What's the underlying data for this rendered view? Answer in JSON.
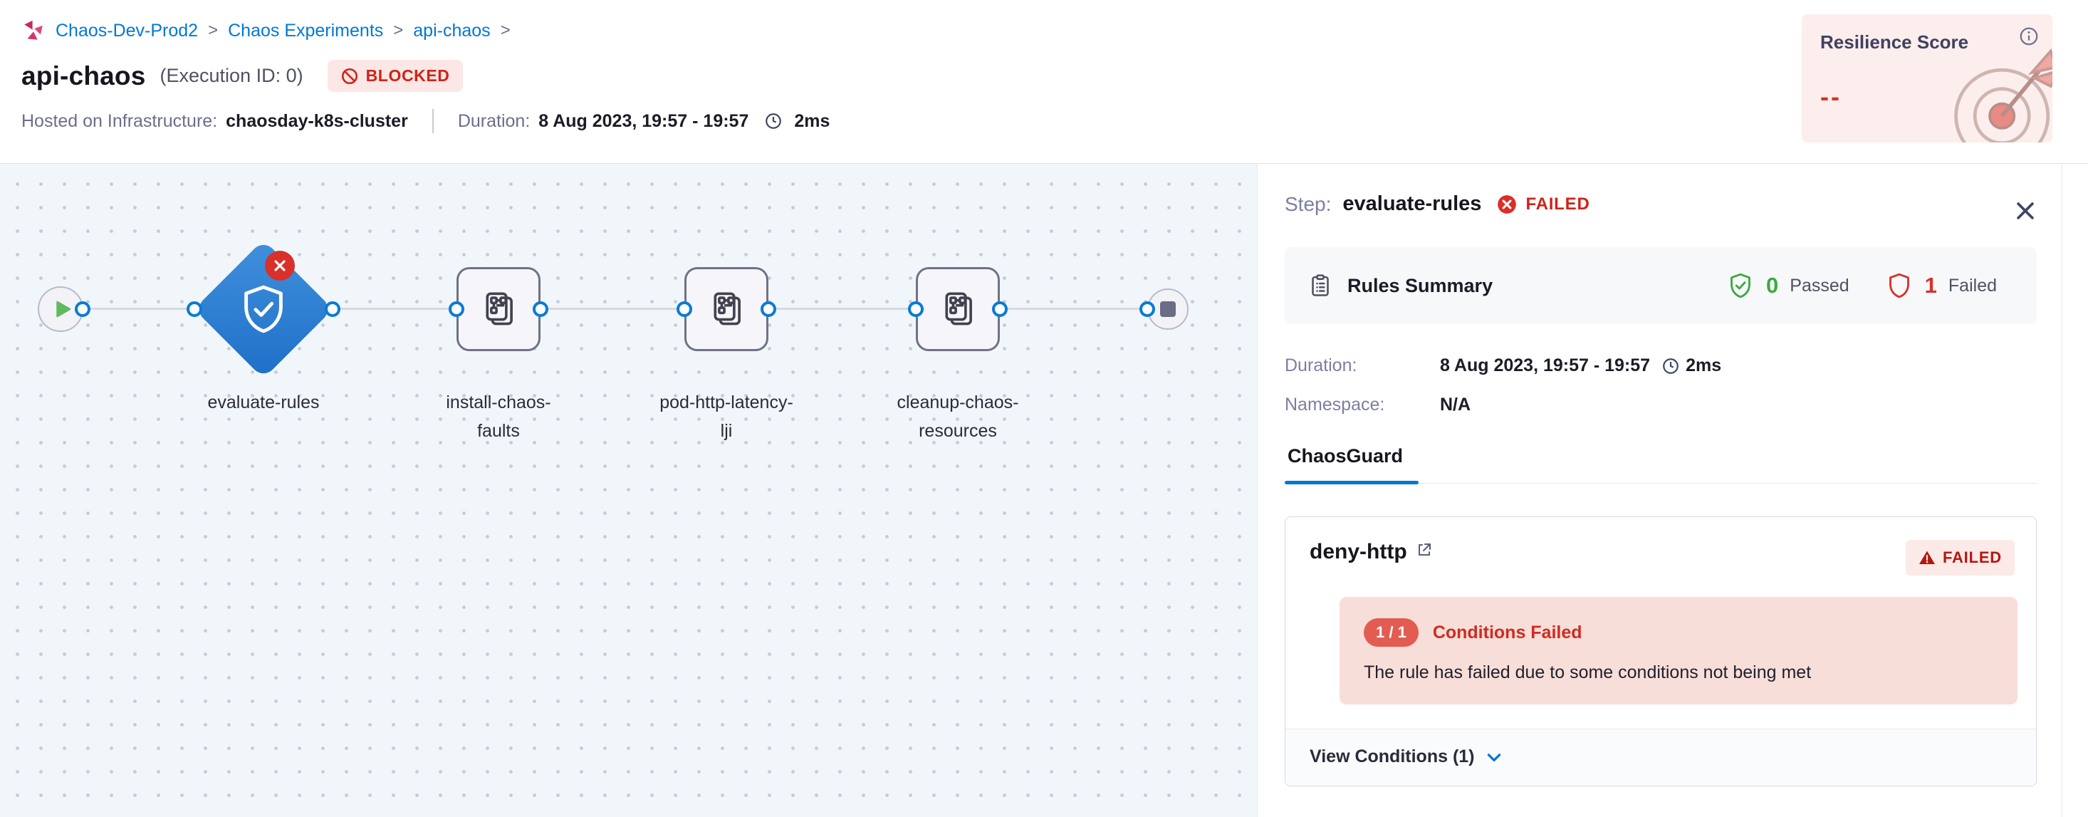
{
  "header": {
    "breadcrumb": {
      "items": [
        "Chaos-Dev-Prod2",
        "Chaos Experiments",
        "api-chaos"
      ],
      "separator": ">"
    },
    "title": "api-chaos",
    "execution_id": "(Execution ID: 0)",
    "status_badge": "BLOCKED",
    "hosted_label": "Hosted on Infrastructure:",
    "hosted_value": "chaosday-k8s-cluster",
    "duration_label": "Duration:",
    "duration_value": "8 Aug 2023, 19:57 - 19:57",
    "duration_ms": "2ms",
    "resilience": {
      "title": "Resilience Score",
      "value": "--"
    }
  },
  "pipeline": {
    "nodes": [
      {
        "id": "start",
        "type": "start-node"
      },
      {
        "id": "evaluate-rules",
        "label": "evaluate-rules",
        "type": "chaosguard-step",
        "status": "failed"
      },
      {
        "id": "install-chaos-faults",
        "label": "install-chaos-\nfaults",
        "type": "step"
      },
      {
        "id": "pod-http-latency-lji",
        "label": "pod-http-latency-\nlji",
        "type": "step"
      },
      {
        "id": "cleanup-chaos-resources",
        "label": "cleanup-chaos-\nresources",
        "type": "step"
      },
      {
        "id": "end",
        "type": "end-node"
      }
    ]
  },
  "panel": {
    "step_label": "Step:",
    "step_name": "evaluate-rules",
    "step_status": "FAILED",
    "rules_summary": {
      "title": "Rules Summary",
      "passed_count": "0",
      "passed_label": "Passed",
      "failed_count": "1",
      "failed_label": "Failed"
    },
    "details": {
      "duration_label": "Duration:",
      "duration_value": "8 Aug 2023, 19:57 - 19:57",
      "duration_ms": "2ms",
      "namespace_label": "Namespace:",
      "namespace_value": "N/A"
    },
    "tab": "ChaosGuard",
    "rule_card": {
      "name": "deny-http",
      "status": "FAILED",
      "conditions_pill": "1 / 1",
      "conditions_title": "Conditions Failed",
      "conditions_message": "The rule has failed due to some conditions not being met",
      "footer_link": "View Conditions (1)"
    }
  },
  "colors": {
    "accent_blue": "#0278d5",
    "error_red": "#d9302a",
    "success_green": "#3baa3f",
    "blocked_bg": "#fbe7e5",
    "resilience_bg": "#fceeec",
    "canvas_bg": "#f1f6fa",
    "diamond_blue": "#1e6fc8"
  }
}
